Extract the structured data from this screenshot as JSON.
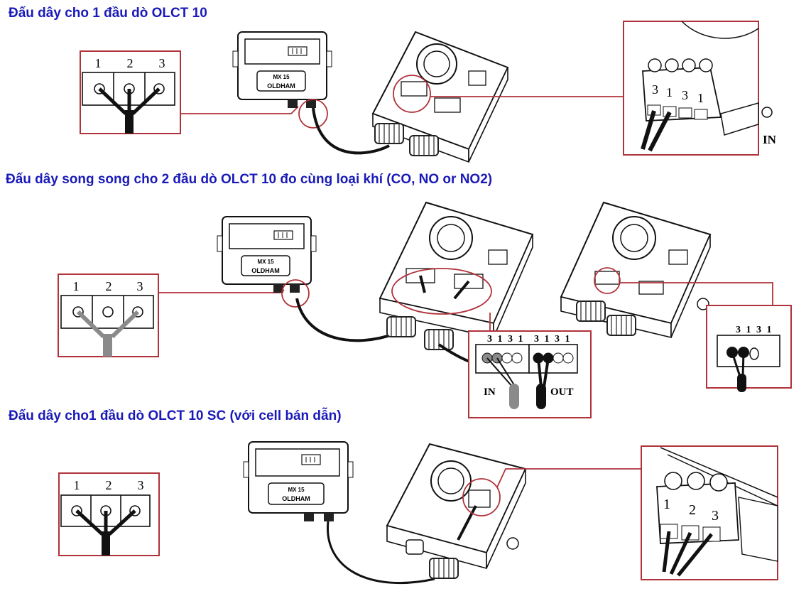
{
  "headings": {
    "h1": "Đấu dây cho 1 đầu dò OLCT 10",
    "h2": "Đấu dây song song cho 2 đầu dò OLCT 10 đo cùng loại khí (CO, NO or NO2)",
    "h3": "Đấu dây cho1 đầu dò OLCT 10 SC (với cell bán dẫn)"
  },
  "terminal_labels": {
    "t1": "1",
    "t2": "2",
    "t3": "3"
  },
  "controller": {
    "model": "MX 15",
    "brand": "OLDHAM"
  },
  "section1": {
    "zoom_labels": [
      "3",
      "1",
      "3",
      "1"
    ],
    "in_label": "IN"
  },
  "section2": {
    "zoom_labels": "3 1 3 1",
    "in_label": "IN",
    "out_label": "OUT",
    "zoom2_labels": "3 1 3 1"
  },
  "section3": {
    "zoom_labels": [
      "1",
      "2",
      "3"
    ]
  },
  "colors": {
    "heading": "#1a1ab8",
    "callout": "#b0323a",
    "wire_black": "#111111",
    "wire_gray": "#8a8a8a"
  }
}
